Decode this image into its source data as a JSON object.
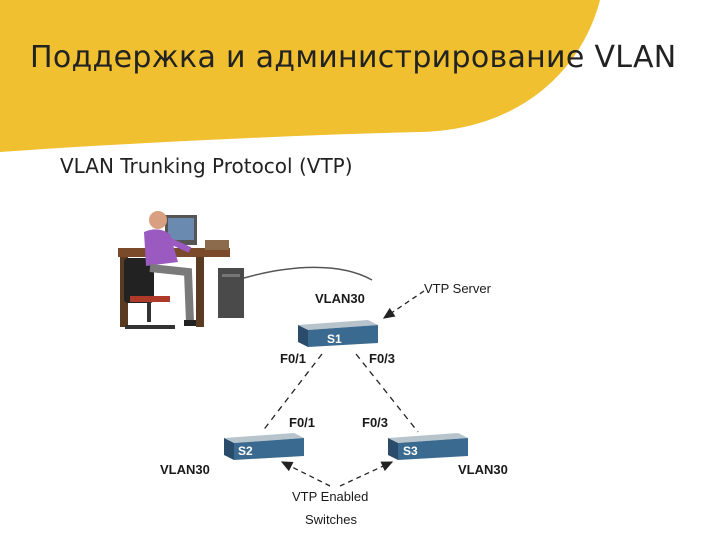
{
  "slide": {
    "title": "Поддержка и администрирование VLAN",
    "subtitle": "VLAN Trunking Protocol (VTP)",
    "accent_color": "#f0c030"
  },
  "diagram": {
    "server_label": "VTP Server",
    "enabled_label_line1": "VTP Enabled",
    "enabled_label_line2": "Switches",
    "switches": [
      {
        "name": "S1",
        "vlan": "VLAN30"
      },
      {
        "name": "S2",
        "vlan": "VLAN30"
      },
      {
        "name": "S3",
        "vlan": "VLAN30"
      }
    ],
    "ports": {
      "s1_left": "F0/1",
      "s1_right": "F0/3",
      "s2_port": "F0/1",
      "s3_port": "F0/3"
    },
    "icons": [
      "workstation-icon",
      "switch-icon"
    ]
  }
}
